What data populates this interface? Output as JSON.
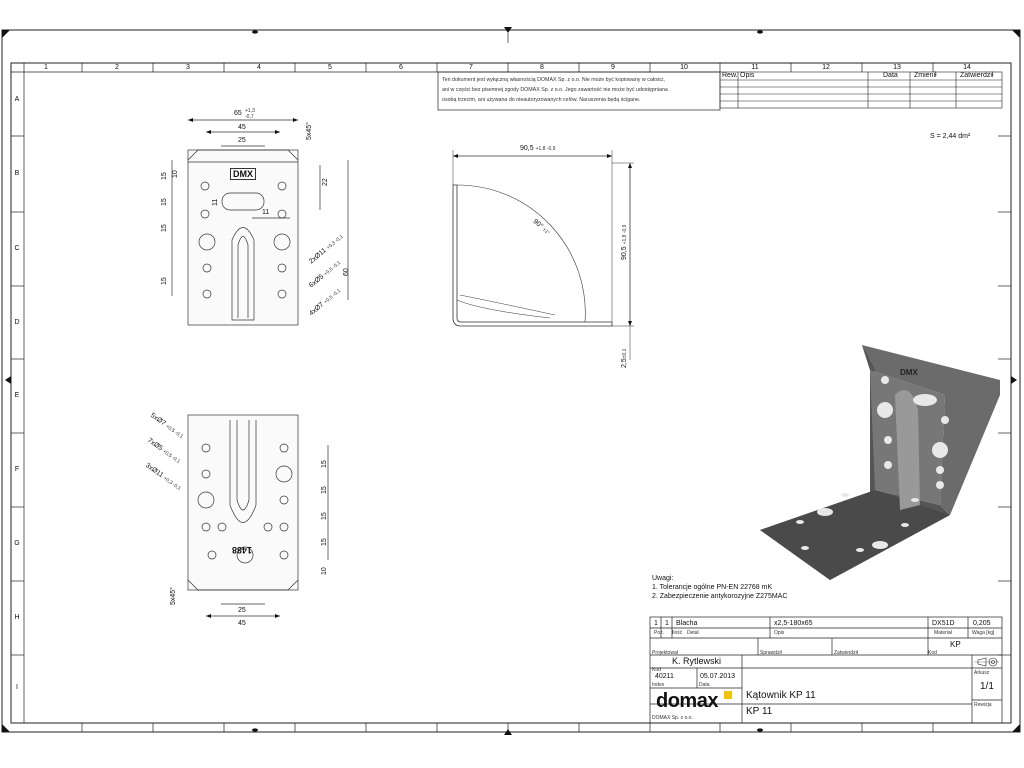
{
  "grid": {
    "columns": [
      "1",
      "2",
      "3",
      "4",
      "5",
      "6",
      "7",
      "8",
      "9",
      "10",
      "11",
      "12",
      "13",
      "14"
    ],
    "rows": [
      "A",
      "B",
      "C",
      "D",
      "E",
      "F",
      "G",
      "H",
      "I"
    ]
  },
  "notice": {
    "lines": [
      "Ten dokument jest wyłączną własnością DOMAX Sp. z o.o. Nie może być kopiowany w całości,",
      "ani w części bez pisemnej zgody DOMAX Sp. z o.o. Jego zawartość nie może być udostępniana",
      "osobą trzecim, ani używana do nieautoryzowanych celów. Naruszenia będą ścigane."
    ]
  },
  "revision_table": {
    "headers": [
      "Rew.",
      "Opis",
      "Data",
      "Zmienił",
      "Zatwierdził"
    ]
  },
  "surface_area": "S = 2,44 dm²",
  "dimensions": {
    "top_view": {
      "width_total": "65",
      "width_tol_upper": "+1,3",
      "width_tol_lower": "-0,7",
      "d45": "45",
      "d25": "25",
      "chamfer": "5x45°",
      "d22": "22",
      "d10": "10",
      "d15a": "15",
      "d15b": "15",
      "d15c": "15",
      "d15d": "15",
      "d11v": "11",
      "d11h": "11",
      "d60": "60",
      "hole1": "2xØ11",
      "hole1_tol": "+0,3 -0,1",
      "hole2": "6xØ5",
      "hole2_tol": "+0,5 -0,1",
      "hole3": "4xØ7",
      "hole3_tol": "+0,5 -0,1",
      "emboss": "DMX"
    },
    "side_view": {
      "width": "90,5",
      "width_tol": "+1,8 -0,9",
      "height": "90,5",
      "height_tol": "+1,8 -0,9",
      "angle": "90°",
      "angle_tol": "±1°",
      "thickness": "2,5",
      "thickness_tol": "±0,1"
    },
    "bottom_view": {
      "hole1": "5xØ7",
      "hole1_tol": "+0,5 -0,1",
      "hole2": "7xØ5",
      "hole2_tol": "+0,5 -0,1",
      "hole3": "3xØ11",
      "hole3_tol": "+0,3 -0,1",
      "d15a": "15",
      "d15b": "15",
      "d15c": "15",
      "d15d": "15",
      "d10": "10",
      "d25": "25",
      "d45": "45",
      "chamfer": "5x45°",
      "emboss": "1488"
    }
  },
  "notes": {
    "title": "Uwagi:",
    "items": [
      "1. Tolerancje ogólne PN-EN 22768 mK",
      "2. Zabezpieczenie antykorozyjne Z275MAC"
    ]
  },
  "title_block": {
    "pos": "1",
    "qty": "1",
    "part": "Blacha",
    "dims": "x2,5-180x65",
    "material_value": "DX51D",
    "mass_value": "0,205",
    "lbl_pos": "Poz.",
    "lbl_qty": "Ilość",
    "lbl_part": "Detal",
    "lbl_desc": "Opis",
    "lbl_material": "Materiał",
    "lbl_mass": "Waga [kg]",
    "kod_value": "KP",
    "lbl_kod": "Kod",
    "lbl_designer": "Projektował",
    "lbl_checked": "Sprawdził",
    "lbl_approved": "Zatwierdził",
    "designer": "K. Rytlewski",
    "lbl_code": "Kod",
    "index": "40211",
    "date": "05.07.2013",
    "lbl_index": "Index",
    "lbl_date": "Data",
    "lbl_sheets": "Arkusz",
    "sheets": "1/1",
    "title": "Kątownik KP 11",
    "code": "KP 11",
    "lbl_revision": "Rewizja",
    "company": "domax",
    "company_sub": "DOMAX Sp. z o.o."
  }
}
